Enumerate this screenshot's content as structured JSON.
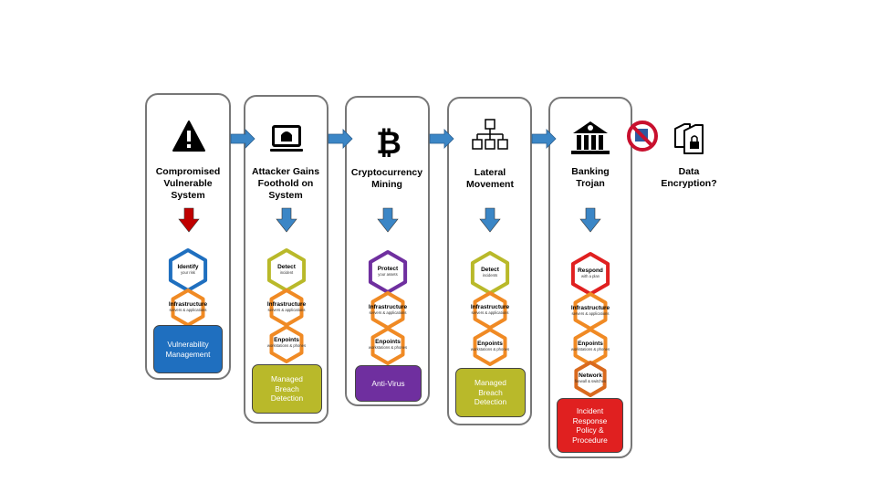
{
  "stages": [
    {
      "title_lines": [
        "Compromised",
        "Vulnerable",
        "System"
      ],
      "icon": "warning-icon",
      "down_arrow_color": "#c00000",
      "hexes": [
        {
          "main": "Identify",
          "sub": "your risk",
          "color": "#1f6fbf"
        },
        {
          "main": "Infrastructure",
          "sub": "servers & applications",
          "color": "#f08a24"
        }
      ],
      "outcome_lines": [
        "Vulnerability",
        "Management"
      ],
      "outcome_color": "#1f6fbf"
    },
    {
      "title_lines": [
        "Attacker Gains",
        "Foothold on",
        "System"
      ],
      "icon": "hacker-laptop-icon",
      "down_arrow_color": "#3b86c6",
      "hexes": [
        {
          "main": "Detect",
          "sub": "incident",
          "color": "#b9b92a"
        },
        {
          "main": "Infrastructure",
          "sub": "servers & applications",
          "color": "#f08a24"
        },
        {
          "main": "Enpoints",
          "sub": "workstations & phones",
          "color": "#f08a24"
        }
      ],
      "outcome_lines": [
        "Managed",
        "Breach",
        "Detection"
      ],
      "outcome_color": "#b9b92a"
    },
    {
      "title_lines": [
        "Cryptocurrency",
        "Mining"
      ],
      "icon": "bitcoin-icon",
      "down_arrow_color": "#3b86c6",
      "hexes": [
        {
          "main": "Protect",
          "sub": "your assets",
          "color": "#6f2f9f"
        },
        {
          "main": "Infrastructure",
          "sub": "servers & applications",
          "color": "#f08a24"
        },
        {
          "main": "Enpoints",
          "sub": "workstations & phones",
          "color": "#f08a24"
        }
      ],
      "outcome_lines": [
        "Anti-Virus"
      ],
      "outcome_color": "#6f2f9f"
    },
    {
      "title_lines": [
        "Lateral",
        "Movement"
      ],
      "icon": "network-hierarchy-icon",
      "down_arrow_color": "#3b86c6",
      "hexes": [
        {
          "main": "Detect",
          "sub": "incidents",
          "color": "#b9b92a"
        },
        {
          "main": "Infrastructure",
          "sub": "servers & applications",
          "color": "#f08a24"
        },
        {
          "main": "Enpoints",
          "sub": "workstations & phones",
          "color": "#f08a24"
        }
      ],
      "outcome_lines": [
        "Managed",
        "Breach",
        "Detection"
      ],
      "outcome_color": "#b9b92a"
    },
    {
      "title_lines": [
        "Banking",
        "Trojan"
      ],
      "icon": "bank-bug-icon",
      "down_arrow_color": "#3b86c6",
      "hexes": [
        {
          "main": "Respond",
          "sub": "with a plan",
          "color": "#e02020"
        },
        {
          "main": "Infrastructure",
          "sub": "servers & applications",
          "color": "#f08a24"
        },
        {
          "main": "Enpoints",
          "sub": "workstations & phones",
          "color": "#f08a24"
        },
        {
          "main": "Network",
          "sub": "firewall & switches",
          "color": "#d96a1e"
        }
      ],
      "outcome_lines": [
        "Incident",
        "Response",
        "Policy &",
        "Procedure"
      ],
      "outcome_color": "#e02020"
    }
  ],
  "final_stage": {
    "title_lines": [
      "Data",
      "Encryption?"
    ],
    "icon": "locked-files-icon",
    "blocked_icon": "no-entry-icon"
  },
  "colors": {
    "flow_arrow": "#3b86c6",
    "panel_border": "#777777"
  }
}
